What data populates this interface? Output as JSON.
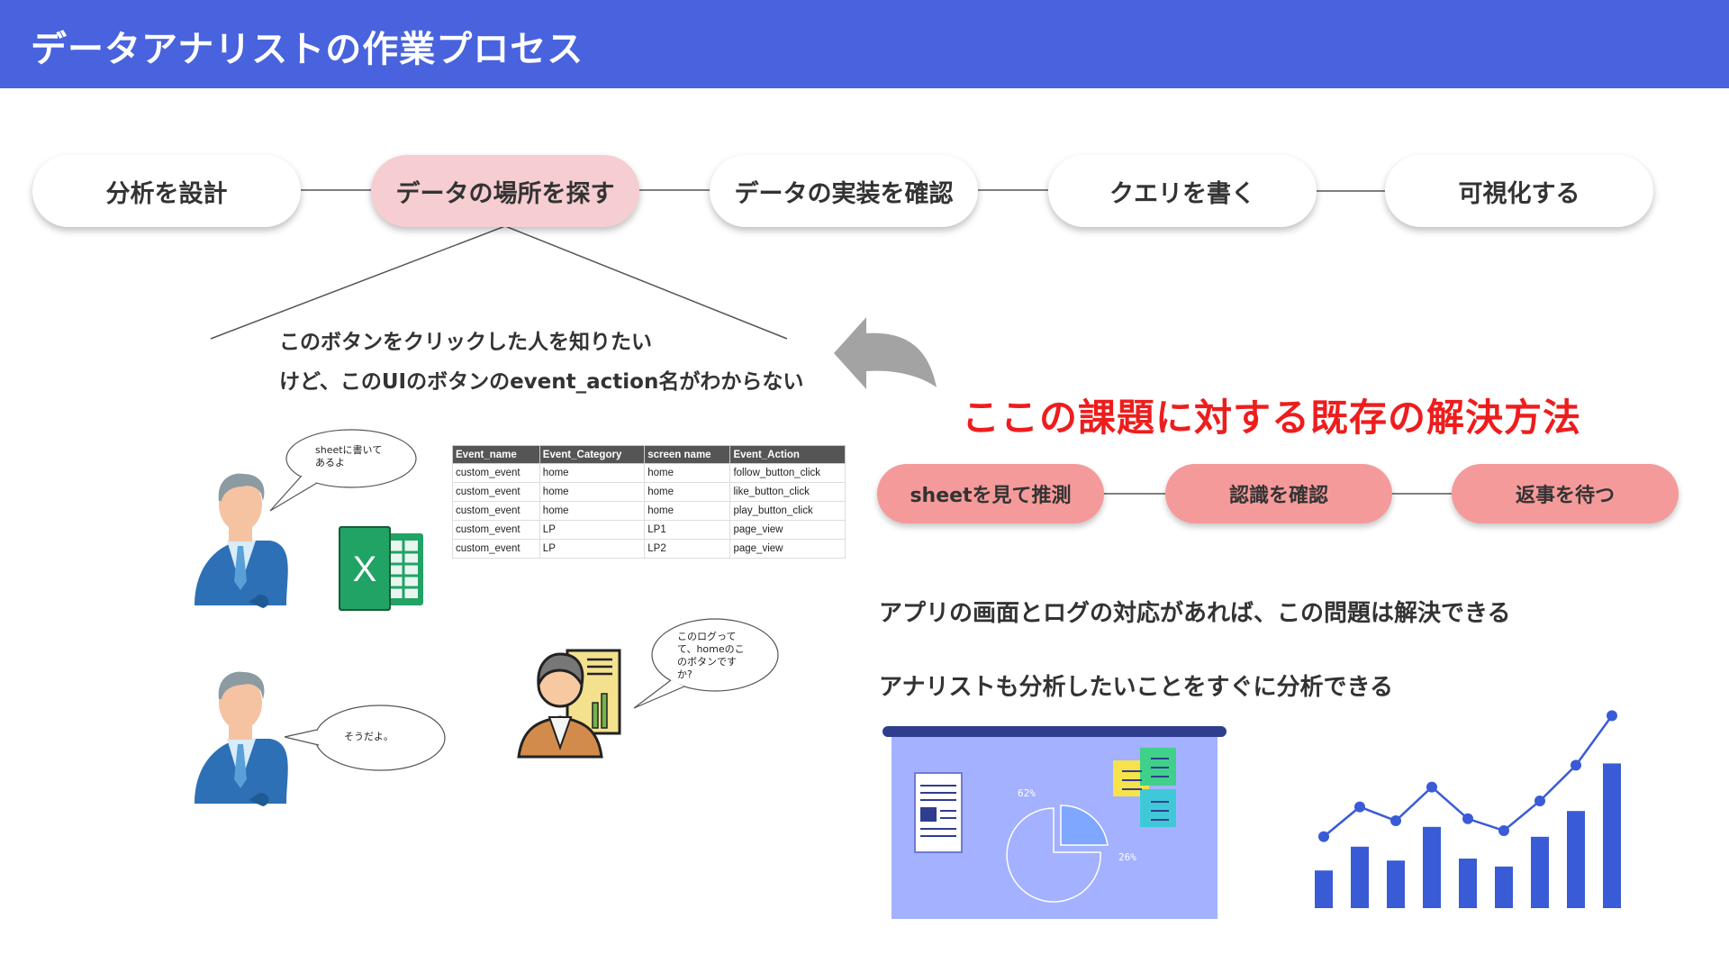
{
  "title": "データアナリストの作業プロセス",
  "process_steps": [
    {
      "label": "分析を設計",
      "active": false
    },
    {
      "label": "データの場所を探す",
      "active": true
    },
    {
      "label": "データの実装を確認",
      "active": false
    },
    {
      "label": "クエリを書く",
      "active": false
    },
    {
      "label": "可視化する",
      "active": false
    }
  ],
  "problem_note": {
    "line1": "このボタンをクリックした人を知りたい",
    "line2": "けど、このUIのボタンのevent_action名がわからない"
  },
  "bubbles": {
    "sheet": "sheetに書いて\nあるよ",
    "engineer": "このログって\nて、homeのこ\nのボタンです\nか?",
    "reply": "そうだよ。"
  },
  "event_table": {
    "headers": [
      "Event_name",
      "Event_Category",
      "screen name",
      "Event_Action"
    ],
    "rows": [
      [
        "custom_event",
        "home",
        "home",
        "follow_button_click"
      ],
      [
        "custom_event",
        "home",
        "home",
        "like_button_click"
      ],
      [
        "custom_event",
        "home",
        "home",
        "play_button_click"
      ],
      [
        "custom_event",
        "LP",
        "LP1",
        "page_view"
      ],
      [
        "custom_event",
        "LP",
        "LP2",
        "page_view"
      ]
    ]
  },
  "headline": "ここの課題に対する既存の解決方法",
  "solution_steps": [
    "sheetを見て推測",
    "認識を確認",
    "返事を待つ"
  ],
  "statements": [
    "アプリの画面とログの対応があれば、この問題は解決できる",
    "アナリストも分析したいことをすぐに分析できる"
  ],
  "dashboard": {
    "pie_labels": [
      "62%",
      "26%"
    ]
  },
  "bar_chart": {
    "bars": [
      0.19,
      0.31,
      0.24,
      0.41,
      0.25,
      0.21,
      0.36,
      0.49,
      0.73
    ],
    "line": [
      0.27,
      0.42,
      0.35,
      0.52,
      0.36,
      0.3,
      0.45,
      0.63,
      0.88
    ]
  },
  "colors": {
    "header": "#4863dd",
    "active_step": "#f6cdd1",
    "solution_pill": "#f59a9a",
    "headline": "#ee1d1d",
    "chart_blue": "#3a5bd6",
    "excel_green": "#21a366"
  }
}
